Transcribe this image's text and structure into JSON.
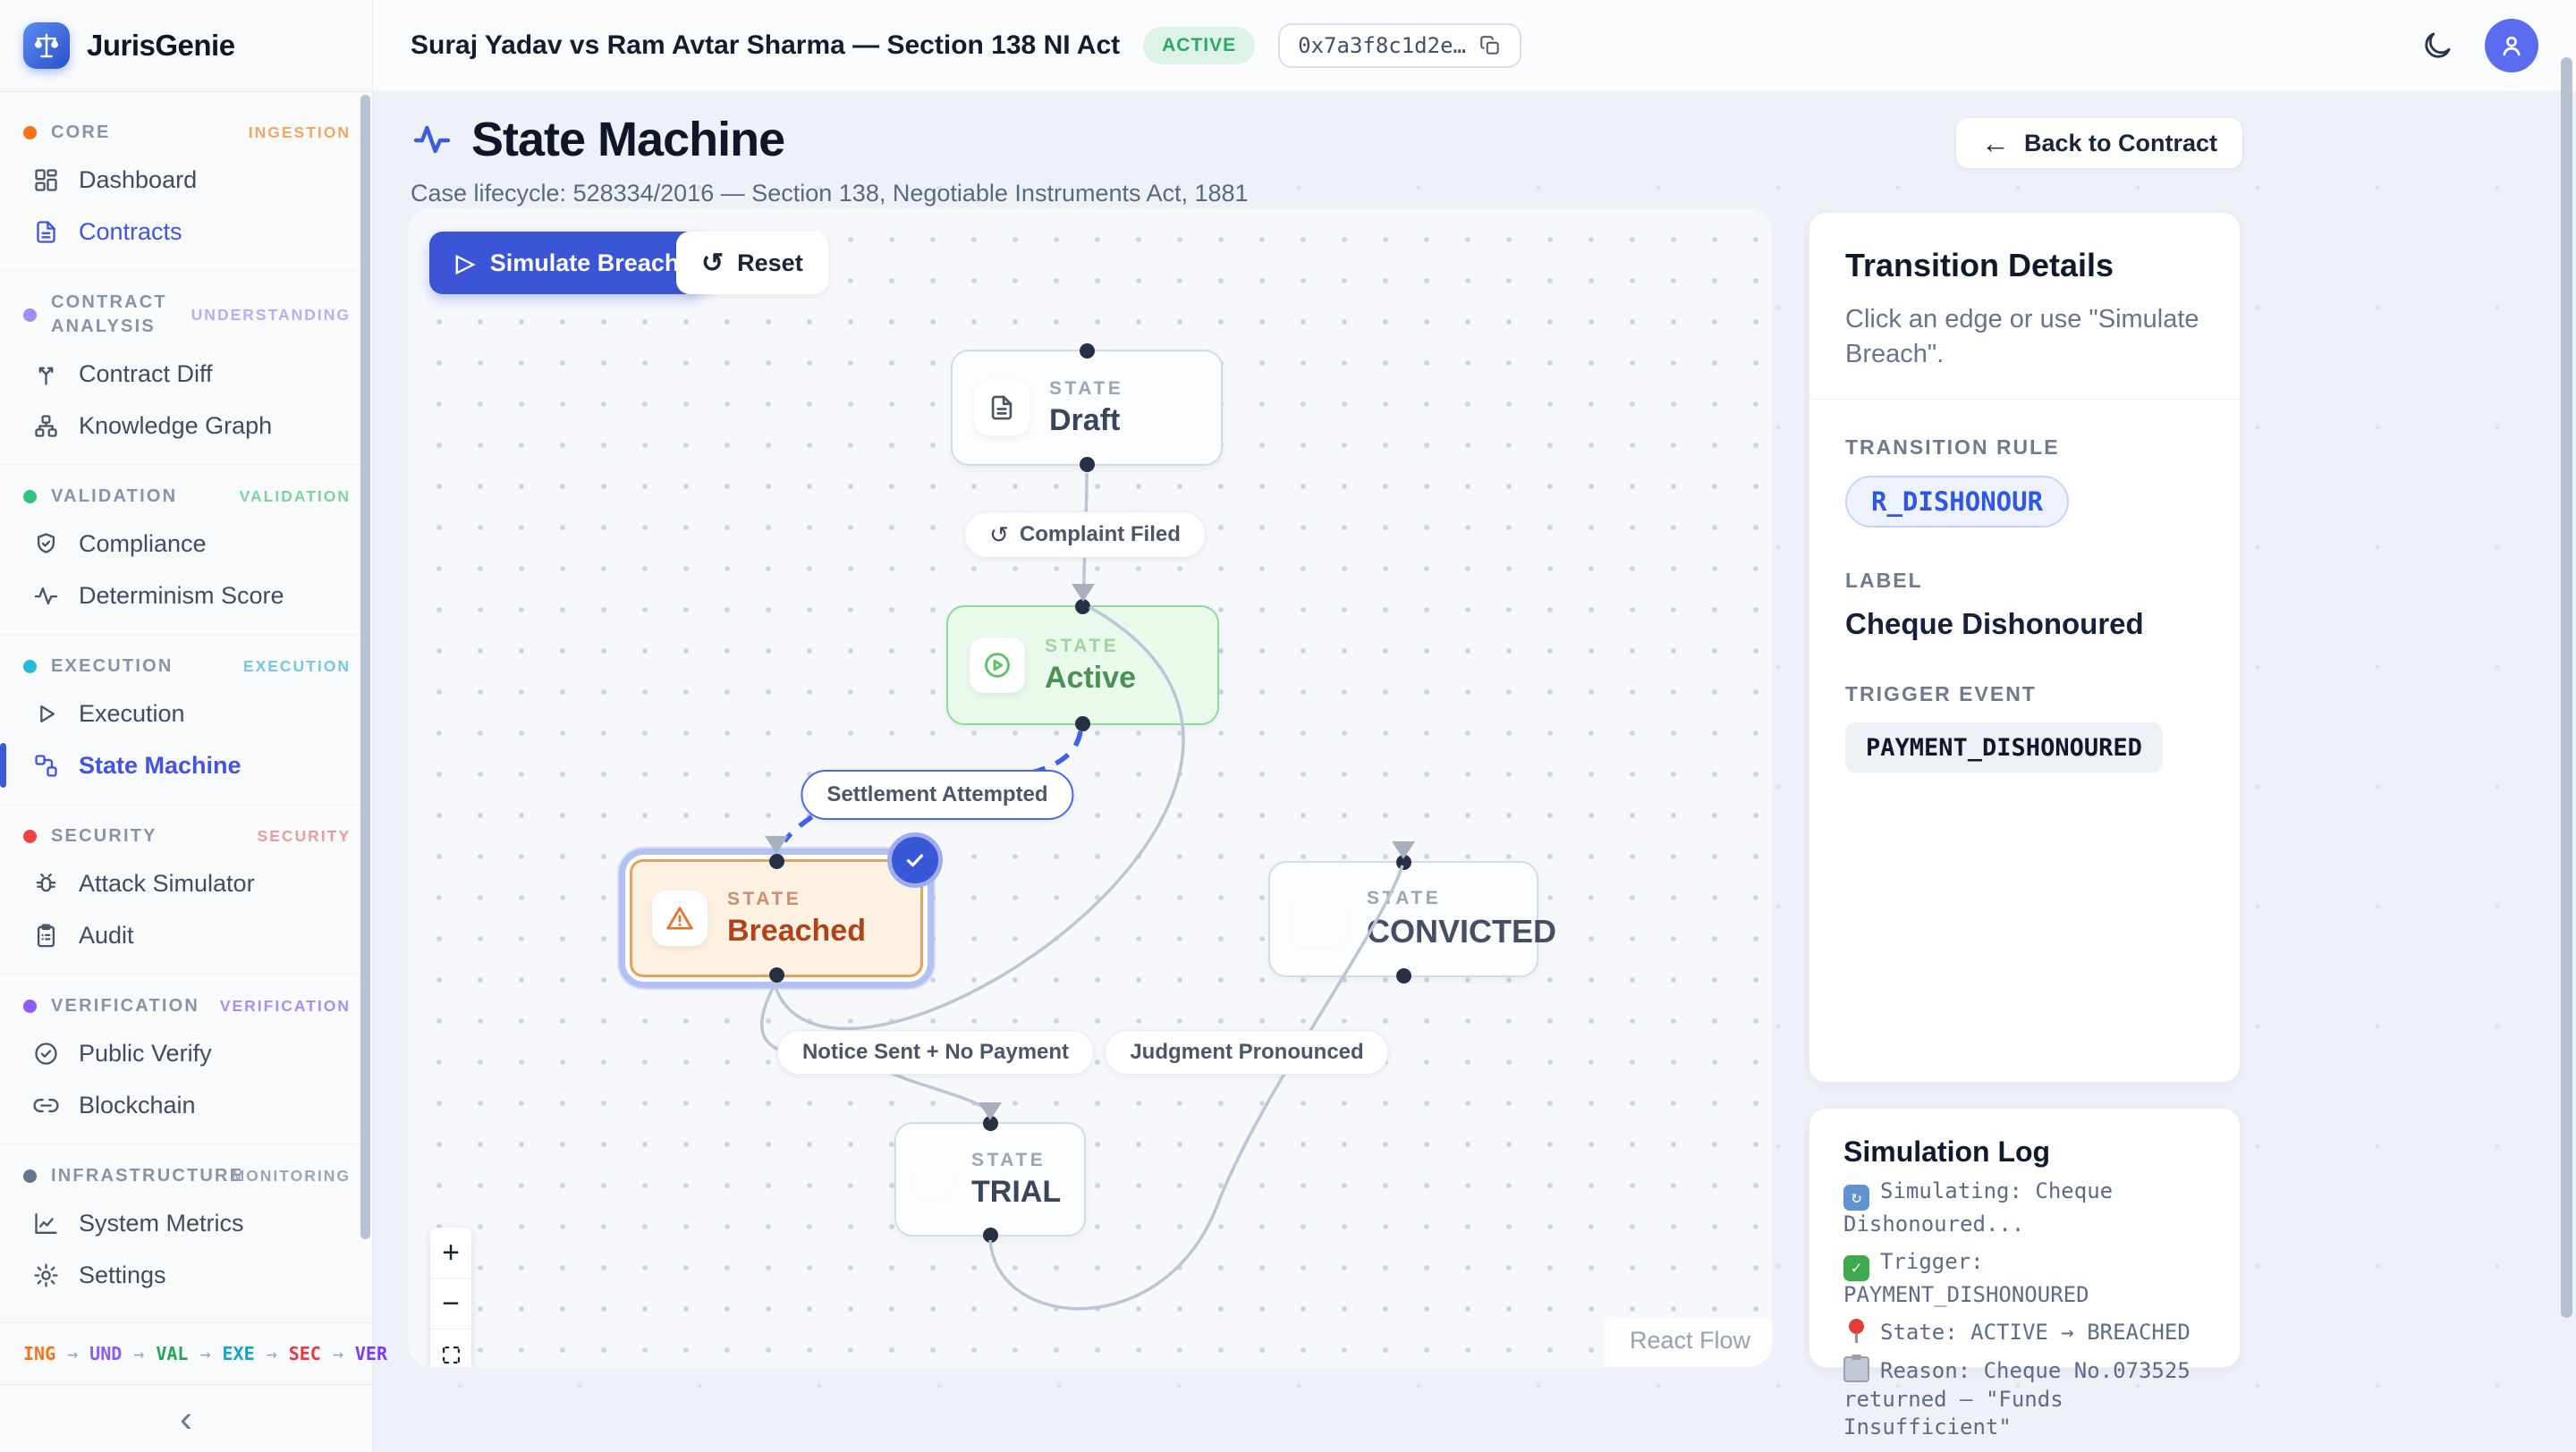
{
  "brand": {
    "name": "JurisGenie",
    "logo_icon": "scales-icon"
  },
  "header": {
    "case_title": "Suraj Yadav vs Ram Avtar Sharma — Section 138 NI Act",
    "status_badge": "ACTIVE",
    "hash_chip": "0x7a3f8c1d2e…",
    "theme_icon": "moon-icon",
    "avatar_icon": "user-icon"
  },
  "sidebar": {
    "sections": [
      {
        "label": "CORE",
        "dot": "#f97316",
        "badge": "INGESTION",
        "badge_color": "#f5a661",
        "items": [
          {
            "label": "Dashboard",
            "icon": "dashboard-icon"
          },
          {
            "label": "Contracts",
            "icon": "file-icon"
          }
        ]
      },
      {
        "label": "CONTRACT ANALYSIS",
        "dot": "#a78bfa",
        "badge": "UNDERSTANDING",
        "badge_color": "#bcacf4",
        "items": [
          {
            "label": "Contract Diff",
            "icon": "split-icon"
          },
          {
            "label": "Knowledge Graph",
            "icon": "tree-icon"
          }
        ]
      },
      {
        "label": "VALIDATION",
        "dot": "#34c27d",
        "badge": "VALIDATION",
        "badge_color": "#7ed2a4",
        "items": [
          {
            "label": "Compliance",
            "icon": "shield-check-icon"
          },
          {
            "label": "Determinism Score",
            "icon": "activity-icon"
          }
        ]
      },
      {
        "label": "EXECUTION",
        "dot": "#28b9d8",
        "badge": "EXECUTION",
        "badge_color": "#74c9de",
        "items": [
          {
            "label": "Execution",
            "icon": "play-icon"
          },
          {
            "label": "State Machine",
            "icon": "workflow-icon"
          }
        ]
      },
      {
        "label": "SECURITY",
        "dot": "#ef4444",
        "badge": "SECURITY",
        "badge_color": "#ef9a9a",
        "items": [
          {
            "label": "Attack Simulator",
            "icon": "bug-icon"
          },
          {
            "label": "Audit",
            "icon": "clipboard-icon"
          }
        ]
      },
      {
        "label": "VERIFICATION",
        "dot": "#8b5cf6",
        "badge": "VERIFICATION",
        "badge_color": "#ab8df5",
        "items": [
          {
            "label": "Public Verify",
            "icon": "check-circle-icon"
          },
          {
            "label": "Blockchain",
            "icon": "link-icon"
          }
        ]
      },
      {
        "label": "INFRASTRUCTURE",
        "dot": "#64748b",
        "badge": "MONITORING",
        "badge_color": "#9aa6b8",
        "items": [
          {
            "label": "System Metrics",
            "icon": "line-chart-icon"
          },
          {
            "label": "Settings",
            "icon": "gear-icon"
          }
        ]
      }
    ],
    "pipeline": {
      "sep": "→",
      "steps": [
        {
          "t": "ING",
          "c": "#f97316"
        },
        {
          "t": "UND",
          "c": "#8b5cf6"
        },
        {
          "t": "VAL",
          "c": "#22a55b"
        },
        {
          "t": "EXE",
          "c": "#0ea5c6"
        },
        {
          "t": "SEC",
          "c": "#e23c3c"
        },
        {
          "t": "VER",
          "c": "#7c3aed"
        }
      ]
    },
    "collapse_glyph": "‹"
  },
  "page": {
    "title": "State Machine",
    "subtitle": "Case lifecycle: 528334/2016 — Section 138, Negotiable Instruments Act, 1881",
    "back_button": "Back to Contract",
    "back_arrow": "←"
  },
  "canvas": {
    "simulate_button": "Simulate Breach",
    "simulate_glyph": "▷",
    "reset_button": "Reset",
    "reset_glyph": "↺",
    "attribution": "React Flow",
    "controls": {
      "zoom_in": "+",
      "zoom_out": "−"
    },
    "nodes": [
      {
        "kicker": "STATE",
        "name": "Draft",
        "icon": "file-icon"
      },
      {
        "kicker": "STATE",
        "name": "Active",
        "icon": "play-circle-icon"
      },
      {
        "kicker": "STATE",
        "name": "Breached",
        "icon": "warning-icon"
      },
      {
        "kicker": "STATE",
        "name": "CONVICTED"
      },
      {
        "kicker": "STATE",
        "name": "TRIAL"
      }
    ],
    "edges": [
      {
        "label": "Complaint Filed",
        "icon_glyph": "↺"
      },
      {
        "label": "Settlement Attempted"
      },
      {
        "label": "Notice Sent + No Payment"
      },
      {
        "label": "Judgment Pronounced"
      }
    ],
    "colors": {
      "selected_edge": "#3f62ea",
      "edge": "#bcc5d4",
      "breached_accent": "#e6a259",
      "active_accent": "#8edb96"
    }
  },
  "details_panel": {
    "title": "Transition Details",
    "hint": "Click an edge or use \"Simulate Breach\".",
    "rule_label": "TRANSITION RULE",
    "rule_value": "R_DISHONOUR",
    "label_label": "LABEL",
    "label_value": "Cheque Dishonoured",
    "trigger_label": "TRIGGER EVENT",
    "trigger_value": "PAYMENT_DISHONOURED"
  },
  "log_panel": {
    "title": "Simulation Log",
    "entries": [
      {
        "icon": "sync-icon",
        "text": "Simulating: Cheque Dishonoured..."
      },
      {
        "icon": "check-icon",
        "text": "Trigger: PAYMENT_DISHONOURED"
      },
      {
        "icon": "pin-icon",
        "text": "State: ACTIVE → BREACHED"
      },
      {
        "icon": "clipboard-icon",
        "text": "Reason: Cheque No.073525 returned — \"Funds Insufficient\""
      }
    ]
  }
}
